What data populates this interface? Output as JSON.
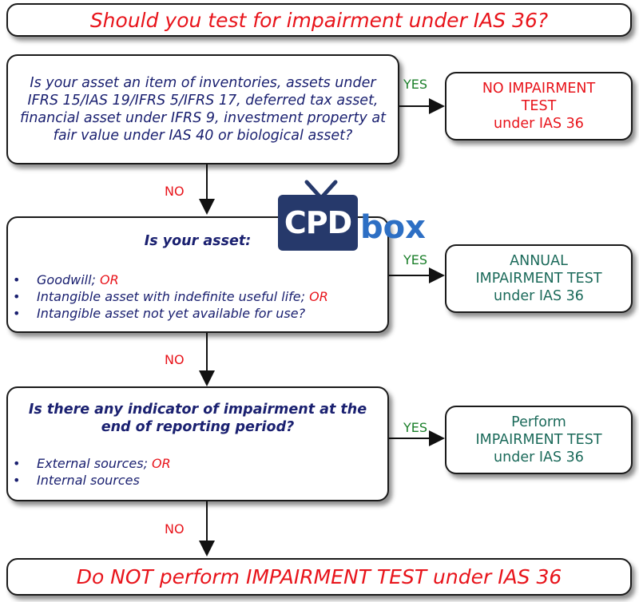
{
  "title": "Should you test for impairment under IAS 36?",
  "step1": {
    "question": "Is your asset an item of inventories, assets under IFRS 15/IAS 19/IFRS 5/IFRS 17, deferred tax asset, financial asset under IFRS 9, investment property at fair value under IAS 40 or biological asset?",
    "yes_label": "YES",
    "no_label": "NO",
    "result_lines": [
      "NO IMPAIRMENT",
      "TEST",
      "under IAS 36"
    ]
  },
  "step2": {
    "heading": "Is your asset:",
    "items": [
      {
        "text": "Goodwill; ",
        "or": "OR"
      },
      {
        "text": "Intangible asset with indefinite useful life; ",
        "or": "OR"
      },
      {
        "text": "Intangible asset not yet available for use?",
        "or": ""
      }
    ],
    "yes_label": "YES",
    "no_label": "NO",
    "result_lines": [
      "ANNUAL",
      "IMPAIRMENT TEST",
      "under IAS 36"
    ]
  },
  "step3": {
    "heading": "Is there any indicator of impairment at the end of reporting period?",
    "items": [
      {
        "text": "External sources; ",
        "or": "OR"
      },
      {
        "text": "Internal sources",
        "or": ""
      }
    ],
    "yes_label": "YES",
    "no_label": "NO",
    "result_lines": [
      "Perform",
      "IMPAIRMENT TEST",
      "under IAS 36"
    ]
  },
  "final": "Do NOT perform IMPAIRMENT TEST under IAS 36",
  "logo": {
    "part1": "CPD",
    "part2": "box"
  },
  "colors": {
    "red": "#e8141b",
    "navy": "#1a2070",
    "green": "#1b7f2a",
    "teal": "#1b6a5a",
    "logo_dark": "#26396b",
    "logo_blue": "#2d6fc4"
  }
}
